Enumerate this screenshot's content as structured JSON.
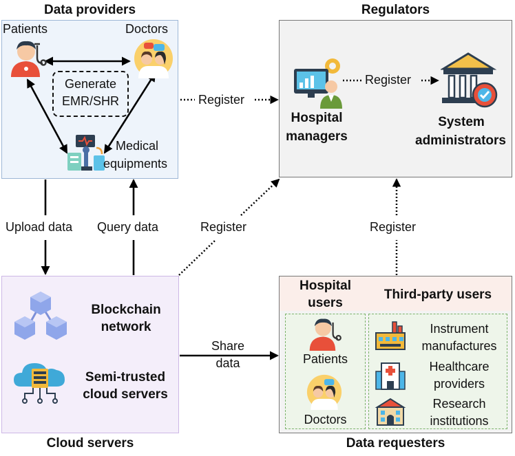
{
  "titles": {
    "providers": "Data providers",
    "regulators": "Regulators",
    "cloud": "Cloud servers",
    "requesters": "Data requesters"
  },
  "providers": {
    "patients": "Patients",
    "doctors": "Doctors",
    "emr_line1": "Generate",
    "emr_line2": "EMR/SHR",
    "equip_line1": "Medical",
    "equip_line2": "equipments"
  },
  "regulators": {
    "register_inner": "Register",
    "hospital_line1": "Hospital",
    "hospital_line2": "managers",
    "sysadmin_line1": "System",
    "sysadmin_line2": "administrators"
  },
  "flows": {
    "register_top": "Register",
    "upload": "Upload data",
    "query": "Query data",
    "register_mid": "Register",
    "register_right": "Register",
    "share_line1": "Share",
    "share_line2": "data"
  },
  "cloud": {
    "blockchain_line1": "Blockchain",
    "blockchain_line2": "network",
    "semi_line1": "Semi-trusted",
    "semi_line2": "cloud servers"
  },
  "requesters": {
    "hospital_users_line1": "Hospital",
    "hospital_users_line2": "users",
    "third_party": "Third-party users",
    "patients": "Patients",
    "doctors": "Doctors",
    "instrument_line1": "Instrument",
    "instrument_line2": "manufactures",
    "healthcare_line1": "Healthcare",
    "healthcare_line2": "providers",
    "research_line1": "Research",
    "research_line2": "institutions"
  },
  "colors": {
    "providers_fill": "#eef4fb",
    "providers_border": "#9db7d6",
    "cloud_fill": "#f4eefa",
    "cloud_border": "#cdb7e6",
    "regulators_fill": "#f2f2f2",
    "requesters_head": "#fbeeea",
    "green_dash": "#7bb36a"
  },
  "icons": [
    "patient-icon",
    "doctors-icon",
    "medical-equipment-icon",
    "hospital-manager-icon",
    "government-building-icon",
    "blockchain-icon",
    "cloud-server-icon",
    "factory-icon",
    "hospital-icon",
    "institution-icon"
  ]
}
